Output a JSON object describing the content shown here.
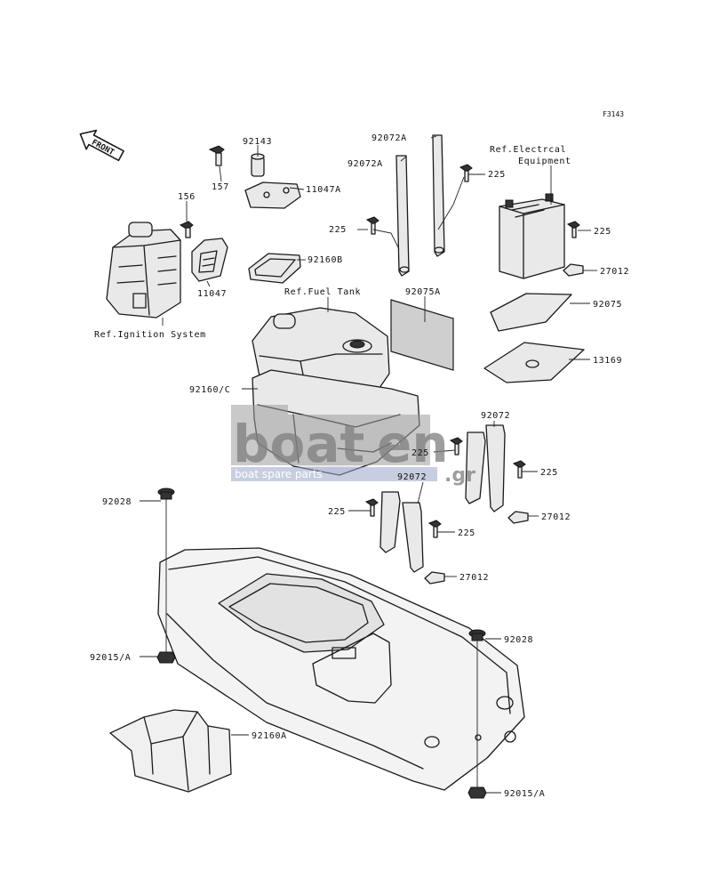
{
  "figure_code": "F3143",
  "front_arrow": "FRONT",
  "watermark": {
    "brand_a": "boat",
    "brand_b": "en",
    "brand_c": ".gr",
    "tagline": "boat spare parts"
  },
  "references": {
    "electrical": [
      "Ref.Electrcal",
      "Equipment"
    ],
    "fuel_tank": "Ref.Fuel Tank",
    "ignition": "Ref.Ignition System"
  },
  "parts": [
    {
      "label": "92143"
    },
    {
      "label": "157"
    },
    {
      "label": "11047A"
    },
    {
      "label": "156"
    },
    {
      "label": "92160B"
    },
    {
      "label": "11047"
    },
    {
      "label": "92072A"
    },
    {
      "label": "92072A"
    },
    {
      "label": "225"
    },
    {
      "label": "225"
    },
    {
      "label": "225"
    },
    {
      "label": "27012"
    },
    {
      "label": "92075A"
    },
    {
      "label": "92075"
    },
    {
      "label": "13169"
    },
    {
      "label": "92160/C"
    },
    {
      "label": "92072"
    },
    {
      "label": "225"
    },
    {
      "label": "225"
    },
    {
      "label": "92072"
    },
    {
      "label": "225"
    },
    {
      "label": "27012"
    },
    {
      "label": "225"
    },
    {
      "label": "27012"
    },
    {
      "label": "92028"
    },
    {
      "label": "92015/A"
    },
    {
      "label": "92028"
    },
    {
      "label": "92160A"
    },
    {
      "label": "92015/A"
    }
  ]
}
